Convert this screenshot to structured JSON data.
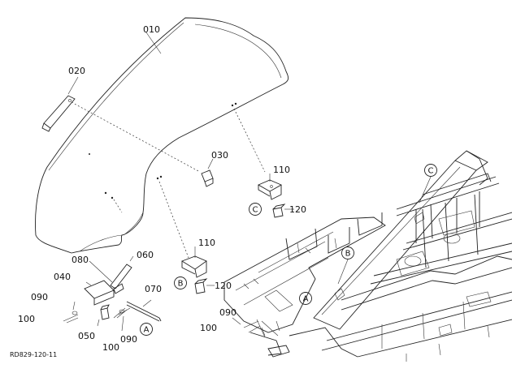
{
  "diagram": {
    "drawing_code": "RD829-120-11",
    "parts": [
      {
        "no": "010",
        "label": "010"
      },
      {
        "no": "020",
        "label": "020"
      },
      {
        "no": "030",
        "label": "030"
      },
      {
        "no": "040",
        "label": "040"
      },
      {
        "no": "050",
        "label": "050"
      },
      {
        "no": "060",
        "label": "060"
      },
      {
        "no": "070",
        "label": "070"
      },
      {
        "no": "080",
        "label": "080"
      },
      {
        "no": "090",
        "label": "090"
      },
      {
        "no": "100",
        "label": "100"
      },
      {
        "no": "110",
        "label": "110"
      },
      {
        "no": "120",
        "label": "120"
      }
    ],
    "callouts": [
      "A",
      "B",
      "C"
    ]
  }
}
